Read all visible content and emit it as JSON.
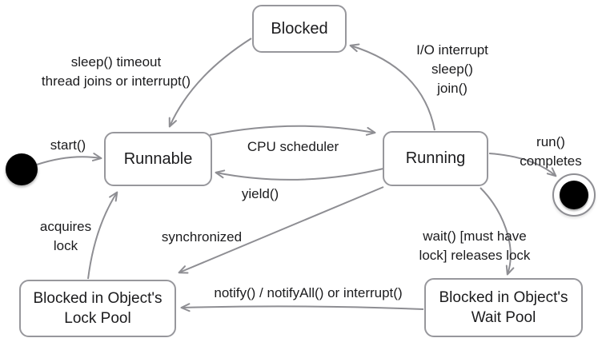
{
  "diagram": {
    "states": {
      "blocked": "Blocked",
      "runnable": "Runnable",
      "running": "Running",
      "lock_pool": "Blocked in Object's\nLock Pool",
      "wait_pool": "Blocked in Object's\nWait Pool"
    },
    "edge_labels": {
      "blocked_to_runnable": "sleep() timeout\nthread joins or interrupt()",
      "running_to_blocked": "I/O interrupt\nsleep()\njoin()",
      "start": "start()",
      "cpu_scheduler": "CPU scheduler",
      "yield": "yield()",
      "run_completes": "run() completes",
      "acquires_lock": "acquires\nlock",
      "synchronized": "synchronized",
      "wait": "wait() [must have lock] releases lock",
      "notify": "notify() / notifyAll() or interrupt()"
    },
    "symbols": {
      "initial_state": "filled-black-circle",
      "final_state": "black-circle-with-outer-ring"
    }
  },
  "colors": {
    "line": "#8e8e93",
    "box_border": "#97979c",
    "text": "#1b1b1d",
    "background": "#ffffff"
  }
}
